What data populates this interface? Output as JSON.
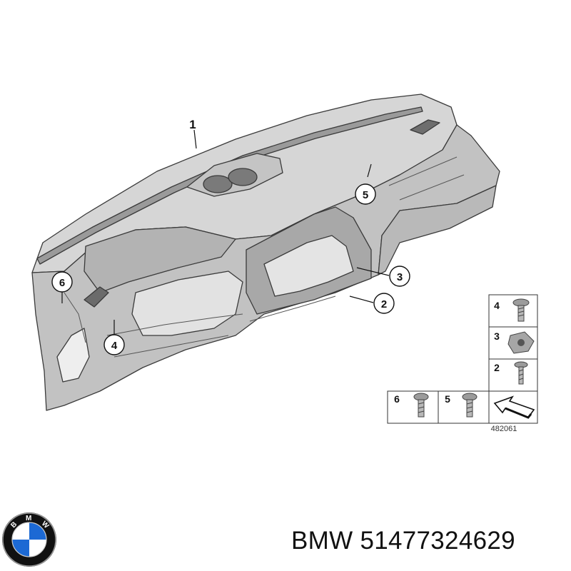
{
  "callouts": {
    "part1": "1",
    "part2": "2",
    "part3": "3",
    "part4": "4",
    "part5": "5",
    "part6": "6"
  },
  "legend": {
    "cell4": "4",
    "cell3": "3",
    "cell2": "2",
    "cell6": "6",
    "cell5": "5",
    "diagram_number": "482061"
  },
  "caption": {
    "brand": "BMW",
    "part_number": "51477324629"
  },
  "logo": {
    "text": "BMW",
    "colors": {
      "blue": "#1c69d4",
      "white": "#ffffff",
      "ring": "#111111",
      "silver": "#9a9a9a"
    }
  },
  "palette": {
    "dash_fill": "#cfcfcf",
    "dash_dark": "#8e8e8e",
    "dash_light": "#e6e6e6",
    "line": "#333333"
  }
}
